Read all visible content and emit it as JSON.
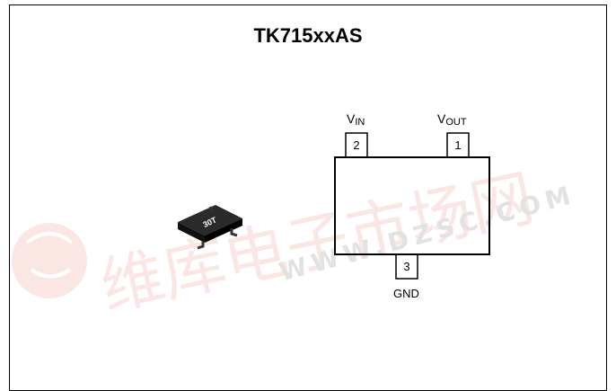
{
  "title": "TK715xxAS",
  "package_marking": "30T",
  "pins": [
    {
      "number": "2",
      "label_main": "V",
      "label_sub": "IN"
    },
    {
      "number": "1",
      "label_main": "V",
      "label_sub": "OUT"
    },
    {
      "number": "3",
      "label_main": "GND",
      "label_sub": ""
    }
  ],
  "watermark_text": "WWW.DZSC.COM",
  "colors": {
    "line": "#000000",
    "watermark_red": "#f4c4bc",
    "watermark_grey": "#d8d8d8",
    "package_body": "#1a1a1a"
  }
}
